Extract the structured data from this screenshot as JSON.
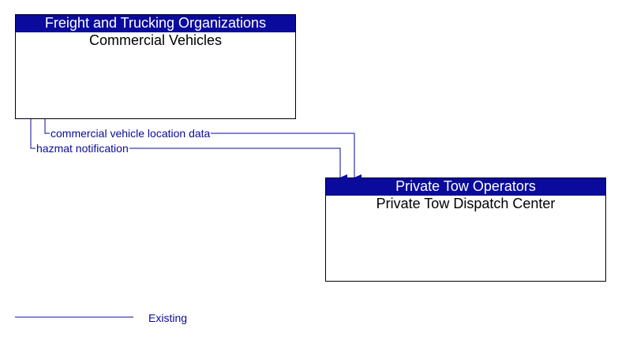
{
  "nodes": [
    {
      "header": "Freight and Trucking Organizations",
      "title": "Commercial Vehicles"
    },
    {
      "header": "Private Tow Operators",
      "title": "Private Tow Dispatch Center"
    }
  ],
  "flows": [
    {
      "label": "commercial vehicle location data",
      "status": "Existing"
    },
    {
      "label": "hazmat notification",
      "status": "Existing"
    }
  ],
  "legend": {
    "existing_label": "Existing",
    "existing_color": "#0a0a9c"
  },
  "colors": {
    "header_bg": "#0a0a9c",
    "flow_line": "#0a0a9c"
  }
}
